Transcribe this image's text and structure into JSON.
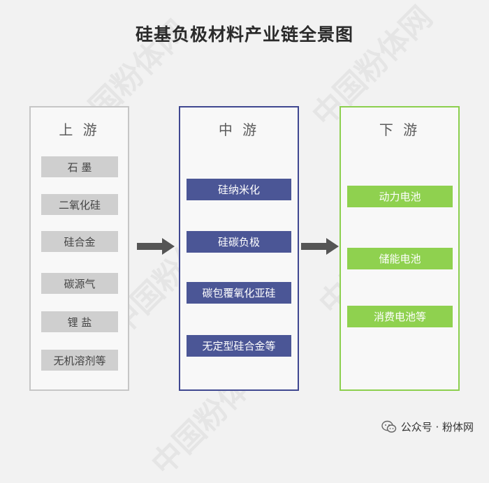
{
  "title": "硅基负极材料产业链全景图",
  "upstream": {
    "header": "上 游",
    "items": [
      "石 墨",
      "二氧化硅",
      "硅合金",
      "碳源气",
      "锂 盐",
      "无机溶剂等"
    ]
  },
  "midstream": {
    "header": "中 游",
    "items": [
      "硅纳米化",
      "硅碳负极",
      "碳包覆氧化亚硅",
      "无定型硅合金等"
    ]
  },
  "downstream": {
    "header": "下 游",
    "items": [
      "动力电池",
      "储能电池",
      "消费电池等"
    ]
  },
  "watermark": "中国粉体网",
  "footer": {
    "text": "公众号 · 粉体网",
    "icon": "wechat-icon"
  },
  "colors": {
    "upstream_border": "#c6c6c6",
    "upstream_box": "#cfcfcf",
    "midstream_border": "#3f4790",
    "midstream_box": "#4b5696",
    "downstream_border": "#8ccf4e",
    "downstream_box": "#8fd14f",
    "arrow": "#555555"
  }
}
